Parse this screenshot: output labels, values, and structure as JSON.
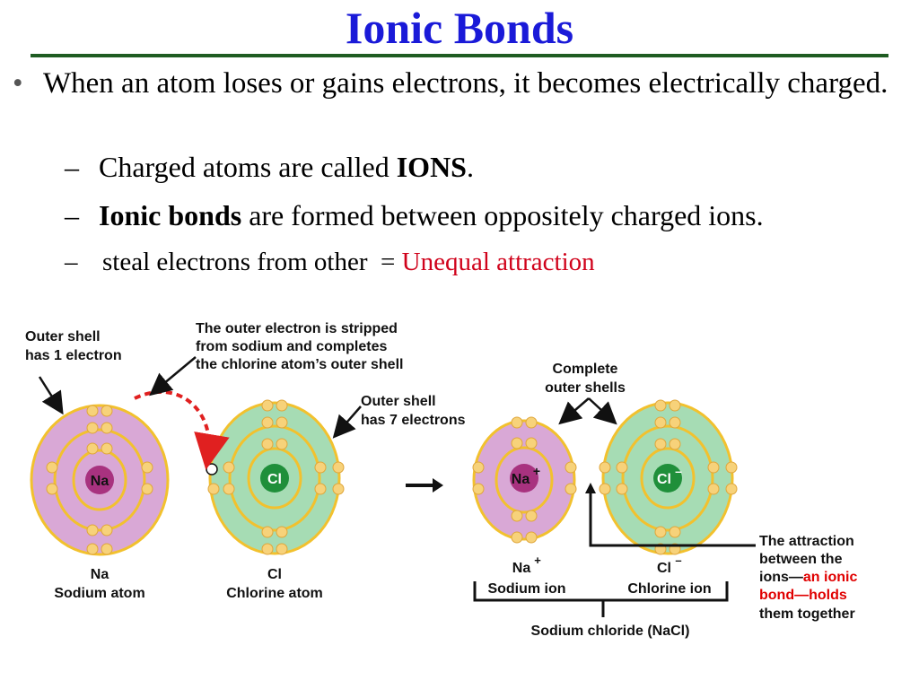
{
  "slide": {
    "title": "Ionic Bonds",
    "bullet_marker": "•",
    "bullet_text": "When an atom loses or gains electrons, it becomes electrically charged.",
    "sub_marker": "–",
    "sub1_prefix": "Charged atoms are called ",
    "sub1_bold": "IONS",
    "sub1_suffix": ".",
    "sub2_bold": "Ionic bonds",
    "sub2_suffix": " are formed between oppositely charged ions.",
    "sub3_prefix": "steal electrons from other  = ",
    "sub3_red": "Unequal attraction"
  },
  "diagram": {
    "outer_shell_1_line1": "Outer shell",
    "outer_shell_1_line2": "has 1 electron",
    "stripped_line1": "The outer electron is stripped",
    "stripped_line2": "from sodium and completes",
    "stripped_line3": "the chlorine atom’s outer shell",
    "outer_shell_7_line1": "Outer shell",
    "outer_shell_7_line2": "has 7 electrons",
    "complete_line1": "Complete",
    "complete_line2": "outer shells",
    "na_symbol": "Na",
    "cl_symbol": "Cl",
    "na_ion_symbol": "Na",
    "na_ion_charge": "+",
    "cl_ion_symbol": "Cl",
    "cl_ion_charge": "–",
    "na_atom_line1": "Na",
    "na_atom_line2": "Sodium atom",
    "cl_atom_line1": "Cl",
    "cl_atom_line2": "Chlorine atom",
    "na_ion_line1": "Na",
    "na_ion_line1_sup": "+",
    "na_ion_line2": "Sodium ion",
    "cl_ion_line1": "Cl",
    "cl_ion_line1_sup": "–",
    "cl_ion_line2": "Chlorine ion",
    "nacl_label": "Sodium chloride (NaCl)",
    "attraction_line1": "The attraction",
    "attraction_line2": "between the",
    "attraction_line3a": "ions—",
    "attraction_line3b": "an ionic",
    "attraction_line4": "bond—holds",
    "attraction_line5": "them together",
    "colors": {
      "sodium_fill": "#d9a8d6",
      "chlorine_fill": "#a6dcb4",
      "shell_ring": "#f2c12e",
      "electron": "#f7d27a",
      "na_nucleus": "#a8327f",
      "cl_nucleus": "#1f8f3a",
      "arrow_red": "#e02020",
      "title_blue": "#1a1ad8"
    }
  }
}
